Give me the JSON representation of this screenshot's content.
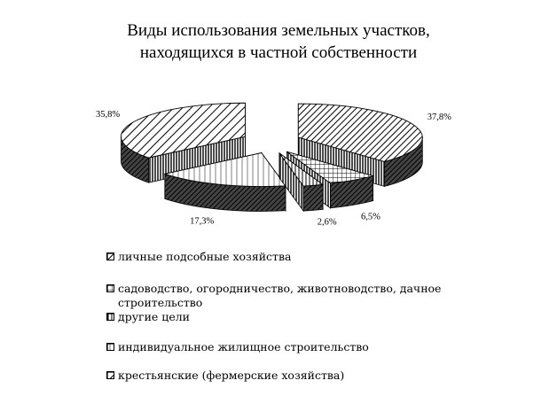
{
  "chart_data": {
    "type": "pie",
    "title_lines": [
      "Виды использования земельных участков,",
      "находящихся в частной собственности"
    ],
    "slices": [
      {
        "name": "личные подсобные хозяйства",
        "value": 37.8,
        "label": "37,8%",
        "pattern": "hatch-fine",
        "exploded": true
      },
      {
        "name": "садоводство, огородничество, животноводство, дачное строительство",
        "value": 6.5,
        "label": "6,5%",
        "pattern": "grid",
        "exploded": true
      },
      {
        "name": "другие цели",
        "value": 2.6,
        "label": "2,6%",
        "pattern": "vlines",
        "exploded": true
      },
      {
        "name": "индивидуальное жилищное строительство",
        "value": 17.3,
        "label": "17,3%",
        "pattern": "dots",
        "exploded": true
      },
      {
        "name": "крестьянские (фермерские хозяйства)",
        "value": 35.8,
        "label": "35,8%",
        "pattern": "hatch-wide",
        "exploded": true
      }
    ],
    "legend": {
      "placement": "bottom",
      "items": [
        {
          "text": "личные подсобные хозяйства",
          "pattern": "hatch-fine"
        },
        {
          "text": "садоводство, огородничество, животноводство, дачное строительство",
          "pattern": "grid"
        },
        {
          "text": "другие цели",
          "pattern": "vlines"
        },
        {
          "text": "индивидуальное жилищное строительство",
          "pattern": "dots"
        },
        {
          "text": "крестьянские (фермерские хозяйства)",
          "pattern": "hatch-wide"
        }
      ]
    }
  }
}
